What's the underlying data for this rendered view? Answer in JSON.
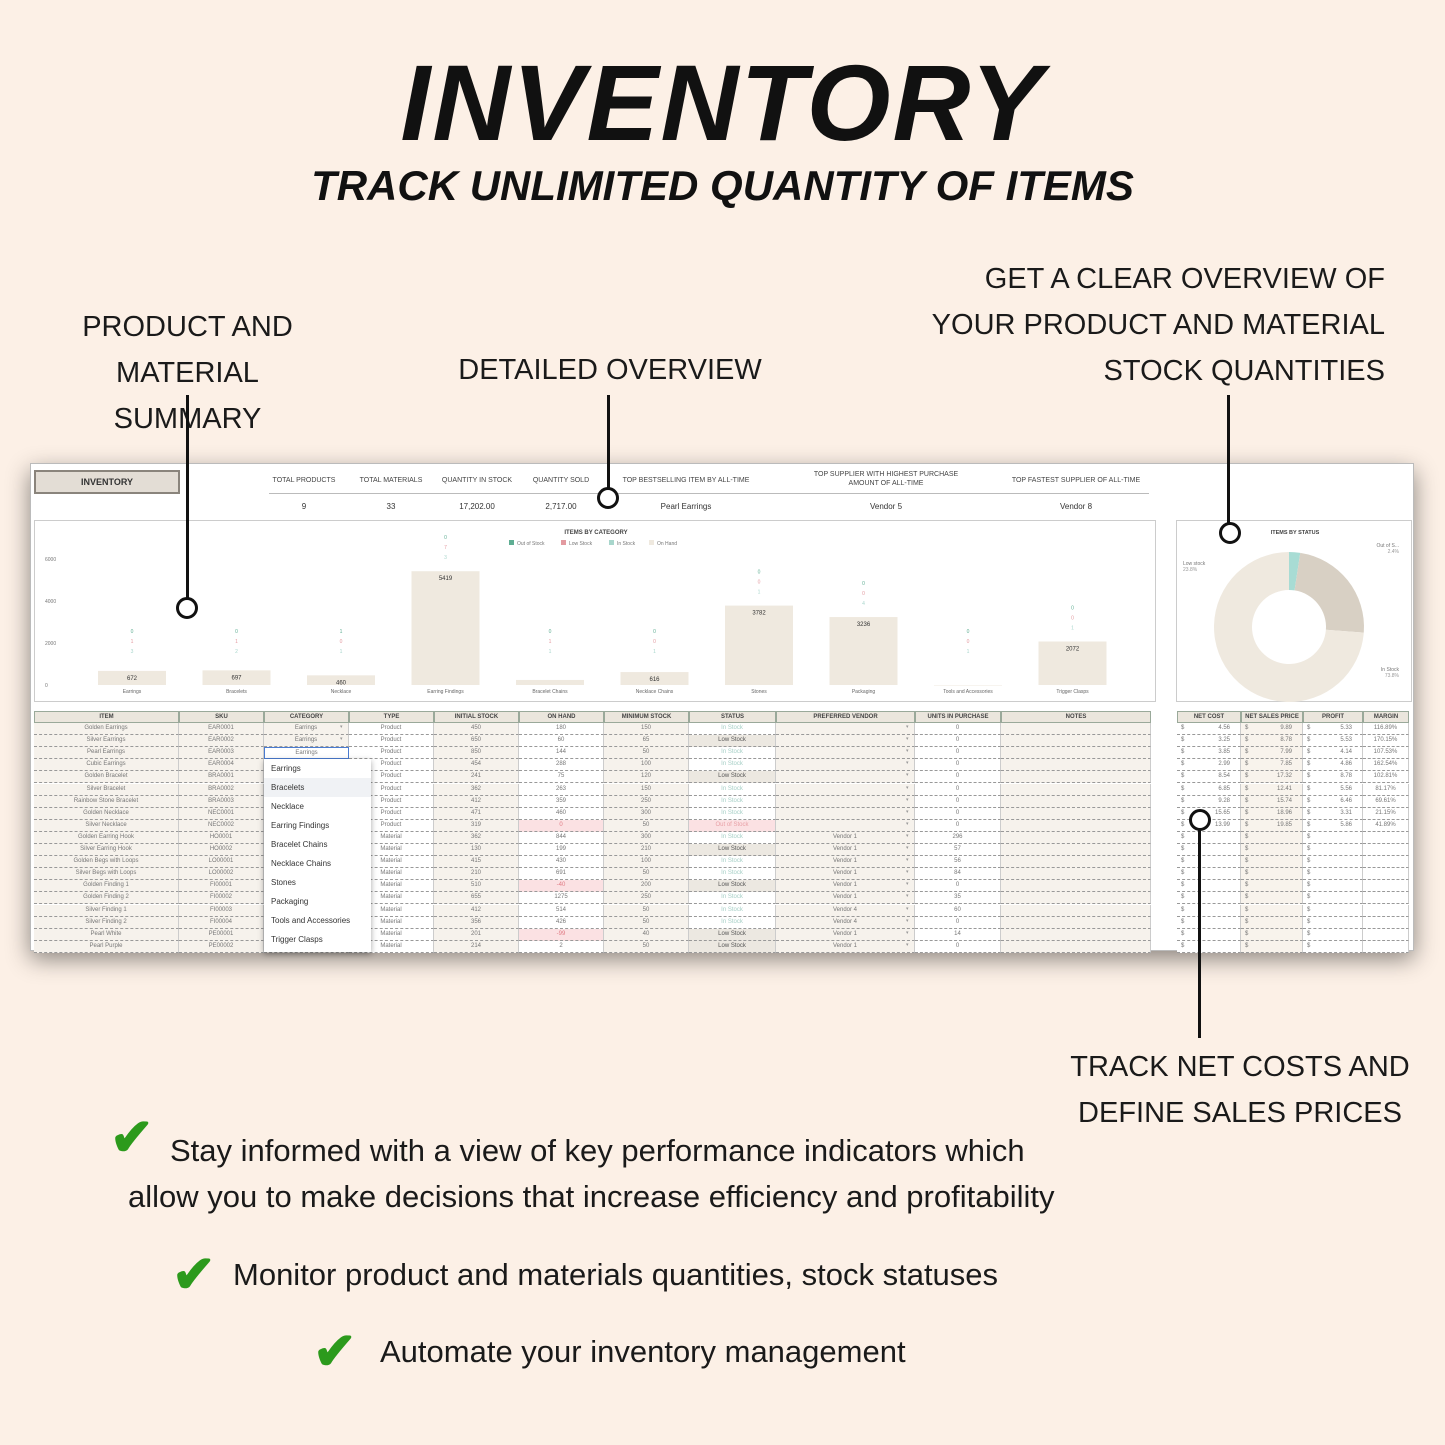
{
  "hero": {
    "title": "INVENTORY",
    "subtitle": "TRACK UNLIMITED QUANTITY OF ITEMS"
  },
  "callouts": {
    "summary": [
      "PRODUCT AND",
      "MATERIAL SUMMARY"
    ],
    "detailed": [
      "DETAILED OVERVIEW"
    ],
    "overview": [
      "GET A CLEAR OVERVIEW OF",
      "YOUR PRODUCT AND MATERIAL",
      "STOCK QUANTITIES"
    ],
    "costs": [
      "TRACK NET COSTS AND",
      "DEFINE SALES PRICES"
    ]
  },
  "bullets": [
    [
      "Stay informed with a view of key performance indicators which",
      "allow you to make decisions that increase efficiency and profitability"
    ],
    [
      "Monitor product and materials quantities, stock statuses"
    ],
    [
      "Automate your inventory management"
    ]
  ],
  "sheet": {
    "label": "INVENTORY",
    "kpis": [
      {
        "label": "TOTAL PRODUCTS",
        "value": "9"
      },
      {
        "label": "TOTAL MATERIALS",
        "value": "33"
      },
      {
        "label": "QUANTITY IN STOCK",
        "value": "17,202.00"
      },
      {
        "label": "QUANTITY SOLD",
        "value": "2,717.00"
      },
      {
        "label": "TOP BESTSELLING ITEM BY ALL-TIME",
        "value": "Pearl Earrings"
      },
      {
        "label": "TOP SUPPLIER WITH HIGHEST PURCHASE AMOUNT OF ALL-TIME",
        "value": "Vendor 5"
      },
      {
        "label": "TOP FASTEST SUPPLIER OF ALL-TIME",
        "value": "Vendor 8"
      }
    ],
    "columns": [
      "ITEM",
      "SKU",
      "CATEGORY",
      "TYPE",
      "INITIAL STOCK",
      "ON HAND",
      "MINIMUM STOCK",
      "STATUS",
      "PREFERRED VENDOR",
      "UNITS IN PURCHASE",
      "NOTES"
    ],
    "rows": [
      [
        "Golden Earrings",
        "EAR0001",
        "Earrings",
        "Product",
        "450",
        "180",
        "150",
        "In Stock",
        "",
        "0",
        ""
      ],
      [
        "Silver Earrings",
        "EAR0002",
        "Earrings",
        "Product",
        "650",
        "60",
        "65",
        "Low Stock",
        "",
        "0",
        ""
      ],
      [
        "Pearl Earrings",
        "EAR0003",
        "Earrings",
        "Product",
        "850",
        "144",
        "50",
        "In Stock",
        "",
        "0",
        ""
      ],
      [
        "Cubic Earrings",
        "EAR0004",
        "",
        "Product",
        "454",
        "288",
        "100",
        "In Stock",
        "",
        "0",
        ""
      ],
      [
        "Golden Bracelet",
        "BRA0001",
        "",
        "Product",
        "241",
        "75",
        "120",
        "Low Stock",
        "",
        "0",
        ""
      ],
      [
        "Silver Bracelet",
        "BRA0002",
        "",
        "Product",
        "362",
        "263",
        "150",
        "In Stock",
        "",
        "0",
        ""
      ],
      [
        "Rainbow Stone Bracelet",
        "BRA0003",
        "",
        "Product",
        "412",
        "359",
        "250",
        "In Stock",
        "",
        "0",
        ""
      ],
      [
        "Golden Necklace",
        "NEC0001",
        "",
        "Product",
        "471",
        "460",
        "300",
        "In Stock",
        "",
        "0",
        ""
      ],
      [
        "Silver Necklace",
        "NEC0002",
        "",
        "Product",
        "319",
        "0",
        "50",
        "Out of Stock",
        "",
        "0",
        ""
      ],
      [
        "Golden Earring Hook",
        "HO0001",
        "",
        "Material",
        "362",
        "844",
        "300",
        "In Stock",
        "Vendor 1",
        "296",
        ""
      ],
      [
        "Silver Earring Hook",
        "HO0002",
        "",
        "Material",
        "130",
        "199",
        "210",
        "Low Stock",
        "Vendor 1",
        "57",
        ""
      ],
      [
        "Golden Begs with Loops",
        "LO00001",
        "",
        "Material",
        "415",
        "430",
        "100",
        "In Stock",
        "Vendor 1",
        "56",
        ""
      ],
      [
        "Silver Begs with Loops",
        "LO00002",
        "",
        "Material",
        "210",
        "691",
        "50",
        "In Stock",
        "Vendor 1",
        "84",
        ""
      ],
      [
        "Golden Finding 1",
        "FI00001",
        "",
        "Material",
        "510",
        "-40",
        "200",
        "Low Stock",
        "Vendor 1",
        "0",
        ""
      ],
      [
        "Golden Finding 2",
        "FI00002",
        "",
        "Material",
        "655",
        "1275",
        "250",
        "In Stock",
        "Vendor 1",
        "35",
        ""
      ],
      [
        "Silver Finding 1",
        "FI00003",
        "",
        "Material",
        "412",
        "514",
        "50",
        "In Stock",
        "Vendor 4",
        "60",
        ""
      ],
      [
        "Silver Finding 2",
        "FI00004",
        "",
        "Material",
        "356",
        "426",
        "50",
        "In Stock",
        "Vendor 4",
        "0",
        ""
      ],
      [
        "Pearl White",
        "PE00001",
        "",
        "Material",
        "201",
        "-99",
        "40",
        "Low Stock",
        "Vendor 1",
        "14",
        ""
      ],
      [
        "Pearl Purple",
        "PE00002",
        "",
        "Material",
        "214",
        "2",
        "50",
        "Low Stock",
        "Vendor 1",
        "0",
        ""
      ]
    ],
    "dropdown": [
      "Earrings",
      "Bracelets",
      "Necklace",
      "Earring Findings",
      "Bracelet Chains",
      "Necklace Chains",
      "Stones",
      "Packaging",
      "Tools and Accessories",
      "Trigger Clasps"
    ],
    "price_columns": [
      "NET COST",
      "NET SALES PRICE",
      "PROFIT",
      "MARGIN"
    ],
    "currency": "$",
    "price_rows": [
      [
        "4.56",
        "9.89",
        "5.33",
        "116.89%"
      ],
      [
        "3.25",
        "8.78",
        "5.53",
        "170.15%"
      ],
      [
        "3.85",
        "7.99",
        "4.14",
        "107.53%"
      ],
      [
        "2.99",
        "7.85",
        "4.86",
        "162.54%"
      ],
      [
        "8.54",
        "17.32",
        "8.78",
        "102.81%"
      ],
      [
        "6.85",
        "12.41",
        "5.56",
        "81.17%"
      ],
      [
        "9.28",
        "15.74",
        "6.46",
        "69.61%"
      ],
      [
        "15.65",
        "18.96",
        "3.31",
        "21.15%"
      ],
      [
        "13.99",
        "19.85",
        "5.86",
        "41.89%"
      ],
      [
        "",
        "",
        "",
        ""
      ],
      [
        "",
        "",
        "",
        ""
      ],
      [
        "",
        "",
        "",
        ""
      ],
      [
        "",
        "",
        "",
        ""
      ],
      [
        "",
        "",
        "",
        ""
      ],
      [
        "",
        "",
        "",
        ""
      ],
      [
        "",
        "",
        "",
        ""
      ],
      [
        "",
        "",
        "",
        ""
      ],
      [
        "",
        "",
        "",
        ""
      ],
      [
        "",
        "",
        "",
        ""
      ]
    ]
  },
  "chart_data": [
    {
      "type": "bar",
      "title": "ITEMS BY CATEGORY",
      "legend": [
        "Out of Stock",
        "Low Stock",
        "In Stock",
        "On Hand"
      ],
      "legend_placement": "top",
      "ylim": [
        0,
        6000
      ],
      "yticks": [
        "0",
        "2000",
        "4000",
        "6000"
      ],
      "categories": [
        "Earrings",
        "Bracelets",
        "Necklace",
        "Earring Findings",
        "Bracelet Chains",
        "Necklace Chains",
        "Stones",
        "Packaging",
        "Tools and Accessories",
        "Trigger Clasps"
      ],
      "values": [
        672,
        697,
        460,
        5419,
        240,
        616,
        3782,
        3236,
        0,
        2072
      ],
      "status_counts": [
        [
          0,
          1,
          3
        ],
        [
          0,
          1,
          2
        ],
        [
          1,
          0,
          1
        ],
        [
          0,
          7,
          3
        ],
        [
          0,
          1,
          1
        ],
        [
          0,
          0,
          1
        ],
        [
          0,
          0,
          1
        ],
        [
          0,
          0,
          4
        ],
        [
          0,
          0,
          1
        ],
        [
          0,
          0,
          1
        ]
      ]
    },
    {
      "type": "pie",
      "title": "ITEMS BY STATUS",
      "labels": [
        "Out of S...",
        "Low stock",
        "In Stock"
      ],
      "values": [
        2.4,
        23.8,
        73.8
      ],
      "value_labels": [
        "2.4%",
        "23.8%",
        "73.8%"
      ],
      "colors": [
        "#a8dcd4",
        "#d8d0c4",
        "#efe9df"
      ]
    }
  ],
  "colors": {
    "background": "#fcf0e6",
    "check": "#2c9a1c",
    "bar": "#efe9df",
    "out": "#5fae93",
    "low": "#e39aa0",
    "in": "#a8d6cc"
  }
}
